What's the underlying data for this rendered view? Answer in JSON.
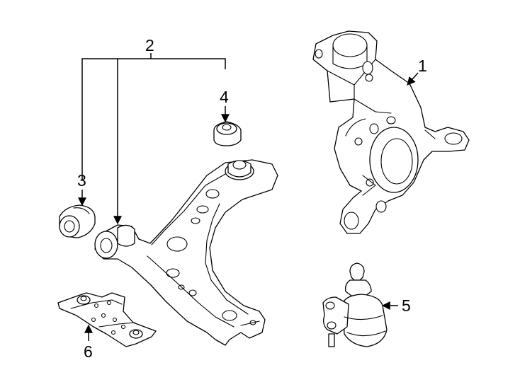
{
  "callouts": {
    "c1": "1",
    "c2": "2",
    "c3": "3",
    "c4": "4",
    "c5": "5",
    "c6": "6"
  },
  "colors": {
    "line": "#000000",
    "fill": "#ffffff"
  }
}
